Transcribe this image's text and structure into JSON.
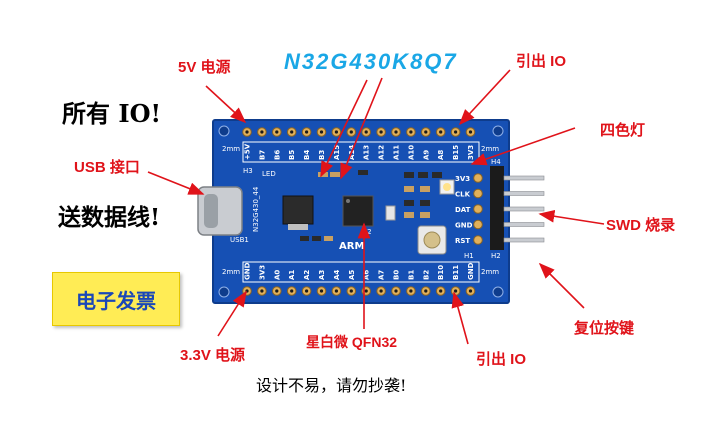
{
  "title": "N32G430K8Q7",
  "left_labels": {
    "all_io": "所有 IO!",
    "usb_port": "USB 接口",
    "data_cable": "送数据线!",
    "e_invoice": "电子发票"
  },
  "callouts": {
    "power_5v": "5V 电源",
    "io_out_top": "引出 IO",
    "rgb_led": "四色灯",
    "swd": "SWD 烧录",
    "reset_button": "复位按键",
    "io_out_bottom": "引出 IO",
    "chip_package": "星白微 QFN32",
    "power_3v3": "3.3V 电源"
  },
  "footer": "设计不易，请勿抄袭!",
  "board": {
    "top_pins": [
      "+5V",
      "B7",
      "B6",
      "B5",
      "B4",
      "B3",
      "A15",
      "A14",
      "A13",
      "A12",
      "A11",
      "A10",
      "A9",
      "A8",
      "B15",
      "3V3"
    ],
    "bottom_pins": [
      "GND",
      "3V3",
      "A0",
      "A1",
      "A2",
      "A3",
      "A4",
      "A5",
      "A6",
      "A7",
      "B0",
      "B1",
      "B2",
      "B10",
      "B11",
      "GND"
    ],
    "right_pins": [
      "3V3",
      "CLK",
      "DAT",
      "GND",
      "RST"
    ],
    "silk": {
      "mm_tl": "2mm",
      "mm_tr": "2mm",
      "mm_bl": "2mm",
      "mm_br": "2mm",
      "h3": "H3",
      "h4": "H4",
      "h2": "H2",
      "h1": "H1",
      "usb1": "USB1",
      "arm": "ARM",
      "u2": "U2",
      "led": "LED",
      "model": "N32G430_44"
    }
  },
  "colors": {
    "board": "#1650b4",
    "annotation": "#e0131a",
    "chip_title": "#1aa7e6"
  }
}
